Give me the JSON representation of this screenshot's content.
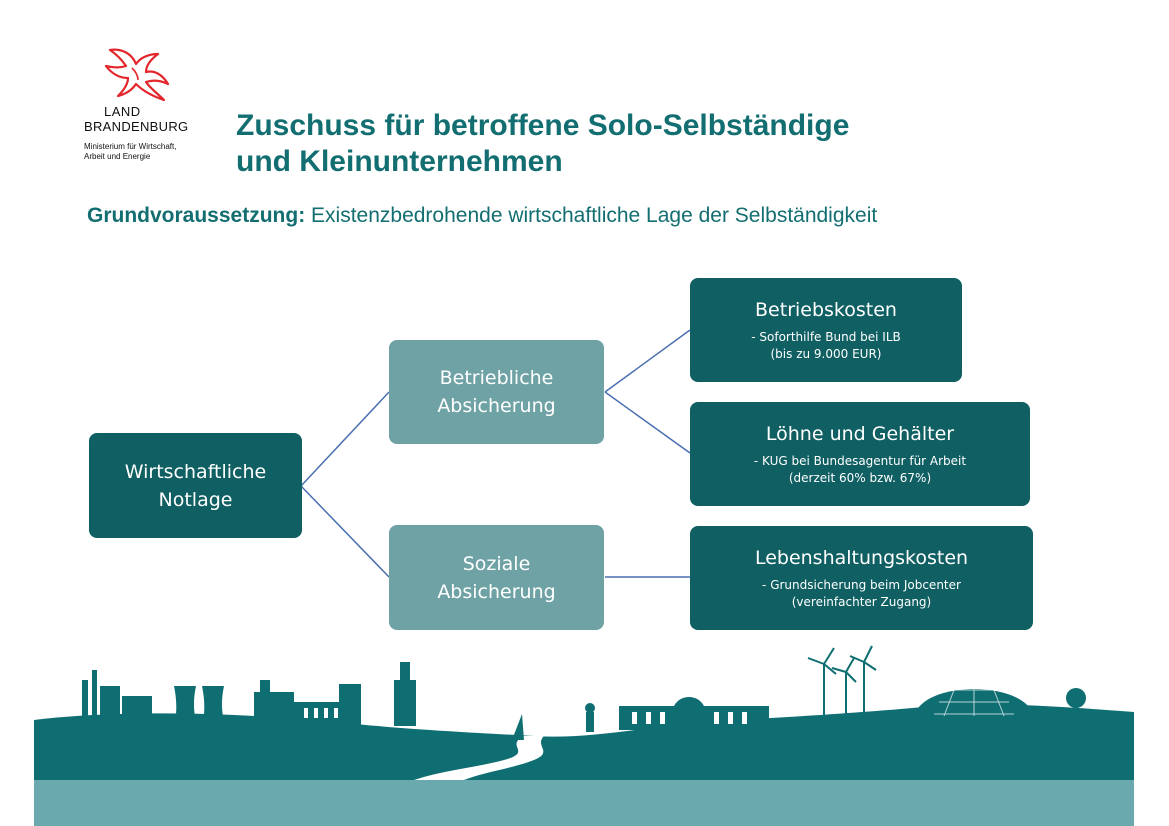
{
  "logo": {
    "line1": "LAND",
    "line2": "BRANDENBURG",
    "line3": "Ministerium für Wirtschaft,",
    "line4": "Arbeit und Energie"
  },
  "title": {
    "line1": "Zuschuss für betroffene Solo-Selbständige",
    "line2": "und Kleinunternehmen"
  },
  "subtitle": {
    "label": "Grundvoraussetzung:",
    "text": "Existenzbedrohende wirtschaftliche Lage der Selbständigkeit"
  },
  "diagram": {
    "root": {
      "line1": "Wirtschaftliche",
      "line2": "Notlage"
    },
    "branch_business": {
      "line1": "Betriebliche",
      "line2": "Absicherung"
    },
    "branch_social": {
      "line1": "Soziale",
      "line2": "Absicherung"
    },
    "leaf_operating": {
      "title": "Betriebskosten",
      "detail1": "- Soforthilfe Bund bei ILB",
      "detail2": "(bis zu 9.000 EUR)"
    },
    "leaf_wages": {
      "title": "Löhne und Gehälter",
      "detail1": "- KUG bei Bundesagentur für Arbeit",
      "detail2": "(derzeit 60% bzw. 67%)"
    },
    "leaf_living": {
      "title": "Lebenshaltungskosten",
      "detail1": "- Grundsicherung beim Jobcenter",
      "detail2": "(vereinfachter Zugang)"
    }
  },
  "colors": {
    "teal_dark": "#0f5f63",
    "teal_light": "#6fa2a5",
    "title": "#126e70",
    "connector": "#4a6fb0",
    "logo_red": "#e3262b"
  }
}
